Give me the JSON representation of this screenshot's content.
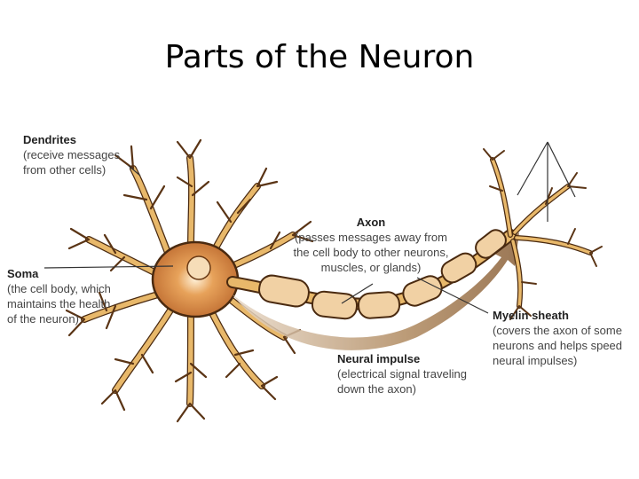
{
  "title": "Parts of the Neuron",
  "labels": {
    "dendrites": {
      "head": "Dendrites",
      "desc": "(receive messages from other cells)"
    },
    "axon": {
      "head": "Axon",
      "desc": "(passes messages away from the cell body to other neurons, muscles, or glands)"
    },
    "soma": {
      "head": "Soma",
      "desc": "(the cell body, which maintains the health of the neuron)"
    },
    "myelin": {
      "head": "Myelin sheath",
      "desc": "(covers the axon of some neurons and helps speed neural impulses)"
    },
    "impulse": {
      "head": "Neural impulse",
      "desc": "(electrical signal traveling down the axon)"
    }
  },
  "colors": {
    "neuron_fill": "#e8b86a",
    "neuron_outline": "#4a2a10",
    "soma_core": "#c56a2e",
    "myelin": "#f1d1a4",
    "impulse_arrow": "#a07850",
    "leader_line": "#333333"
  }
}
